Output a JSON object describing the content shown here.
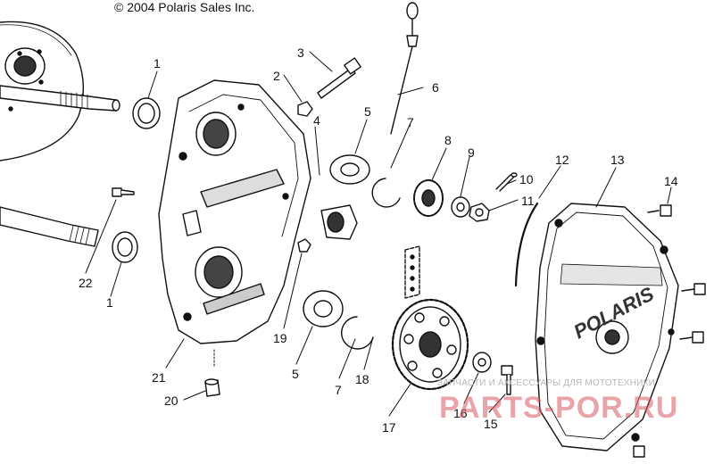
{
  "copyright": "© 2004 Polaris Sales Inc.",
  "watermark": {
    "tagline": "ЗАПЧАСТИ И АКСЕССУАРЫ ДЛЯ МОТОТЕХНИКИ",
    "brand": "PARTS-POR.RU"
  },
  "cover_logo": "POLARIS",
  "callouts": [
    {
      "id": "c1a",
      "label": "1"
    },
    {
      "id": "c1b",
      "label": "1"
    },
    {
      "id": "c2",
      "label": "2"
    },
    {
      "id": "c3",
      "label": "3"
    },
    {
      "id": "c4",
      "label": "4"
    },
    {
      "id": "c5a",
      "label": "5"
    },
    {
      "id": "c5b",
      "label": "5"
    },
    {
      "id": "c6",
      "label": "6"
    },
    {
      "id": "c7a",
      "label": "7"
    },
    {
      "id": "c7b",
      "label": "7"
    },
    {
      "id": "c8",
      "label": "8"
    },
    {
      "id": "c9",
      "label": "9"
    },
    {
      "id": "c10",
      "label": "10"
    },
    {
      "id": "c11",
      "label": "11"
    },
    {
      "id": "c12",
      "label": "12"
    },
    {
      "id": "c13",
      "label": "13"
    },
    {
      "id": "c14",
      "label": "14"
    },
    {
      "id": "c15",
      "label": "15"
    },
    {
      "id": "c16",
      "label": "16"
    },
    {
      "id": "c17",
      "label": "17"
    },
    {
      "id": "c18",
      "label": "18"
    },
    {
      "id": "c19",
      "label": "19"
    },
    {
      "id": "c20",
      "label": "20"
    },
    {
      "id": "c21",
      "label": "21"
    },
    {
      "id": "c22",
      "label": "22"
    }
  ]
}
